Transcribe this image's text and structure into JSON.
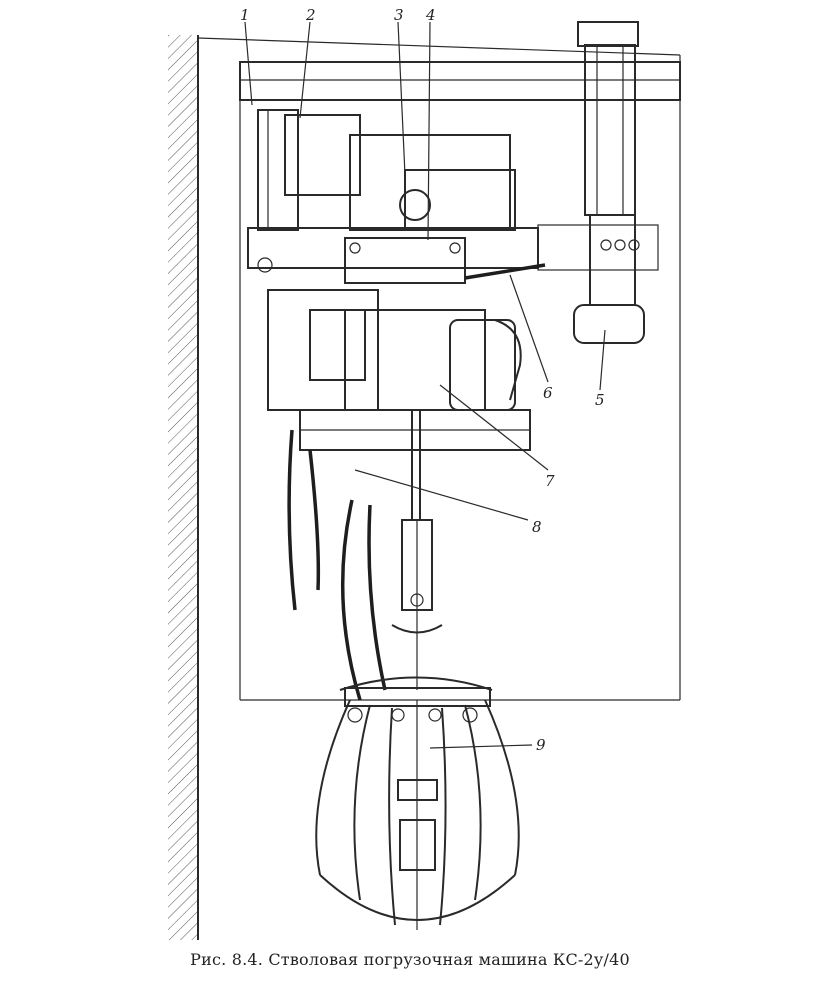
{
  "labels": {
    "l1": "1",
    "l2": "2",
    "l3": "3",
    "l4": "4",
    "l5": "5",
    "l6": "6",
    "l7": "7",
    "l8": "8",
    "l9": "9"
  },
  "caption": "Рис. 8.4. Стволовая погрузочная машина КС-2у/40"
}
